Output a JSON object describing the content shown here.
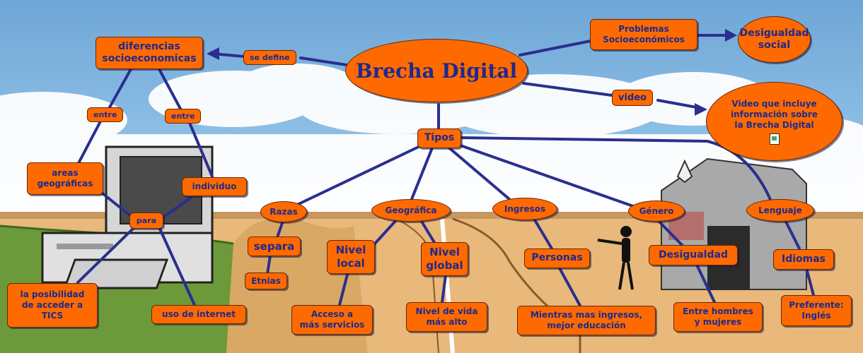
{
  "central": "Brecha Digital",
  "nodes": {
    "diferencias": "diferencias\nsocioeconomicas",
    "problemas": "Problemas\nSocioeconómicos",
    "desigualdad_social": "Desigualdad\nsocial",
    "video": "Video que incluye\ninformación sobre\nla Brecha Digital",
    "tipos": "Tipos",
    "areas": "areas\ngeográficas",
    "individuo": "individuo",
    "para": "para",
    "posibilidad": "la posibilidad\nde acceder a\nTICS",
    "uso_internet": "uso de internet",
    "razas": "Razas",
    "separa": "separa",
    "etnias": "Etnias",
    "geografica": "Geográfica",
    "nivel_local": "Nivel\nlocal",
    "nivel_global": "Nivel\nglobal",
    "acceso": "Acceso a\nmás servicios",
    "nivel_vida": "Nivel de vida\nmás alto",
    "ingresos": "Ingresos",
    "personas": "Personas",
    "mientras": "Mientras mas ingresos,\nmejor educación",
    "genero": "Género",
    "desigualdad": "Desigualdad",
    "entre_hm": "Entre hombres\ny mujeres",
    "lenguaje": "Lenguaje",
    "idiomas": "Idiomas",
    "preferente": "Preferente:\nInglés"
  },
  "links": {
    "se_define": "se define",
    "video": "video",
    "entre_1": "entre",
    "entre_2": "entre"
  },
  "icons": {
    "video_attachment": "document-icon"
  },
  "colors": {
    "node_fill": "#ff6a00",
    "node_text": "#1e2a8c",
    "connector": "#2a2f8f"
  }
}
